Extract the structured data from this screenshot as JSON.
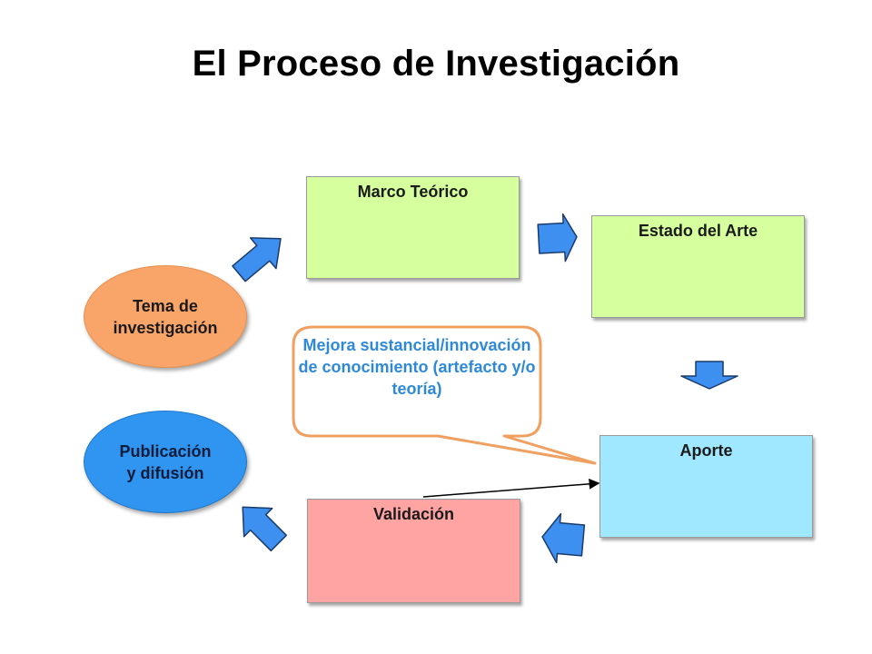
{
  "title": "El Proceso de Investigación",
  "nodes": {
    "tema": "Tema de\ninvestigación",
    "marco": "Marco Teórico",
    "estado": "Estado del Arte",
    "aporte": "Aporte",
    "validacion": "Validación",
    "publicacion": "Publicación\ny difusión"
  },
  "callout": "Mejora sustancial/innovación de conocimiento (artefacto y/o teoría)",
  "colors": {
    "green_box": "#d6ff9e",
    "blue_box": "#a0e8ff",
    "red_box": "#ffa3a3",
    "orange_oval": "#f9a56a",
    "blue_oval": "#2f95f0",
    "arrow_fill": "#3d8ff0",
    "callout_border": "#f0a060",
    "callout_text": "#2e8ad8"
  }
}
